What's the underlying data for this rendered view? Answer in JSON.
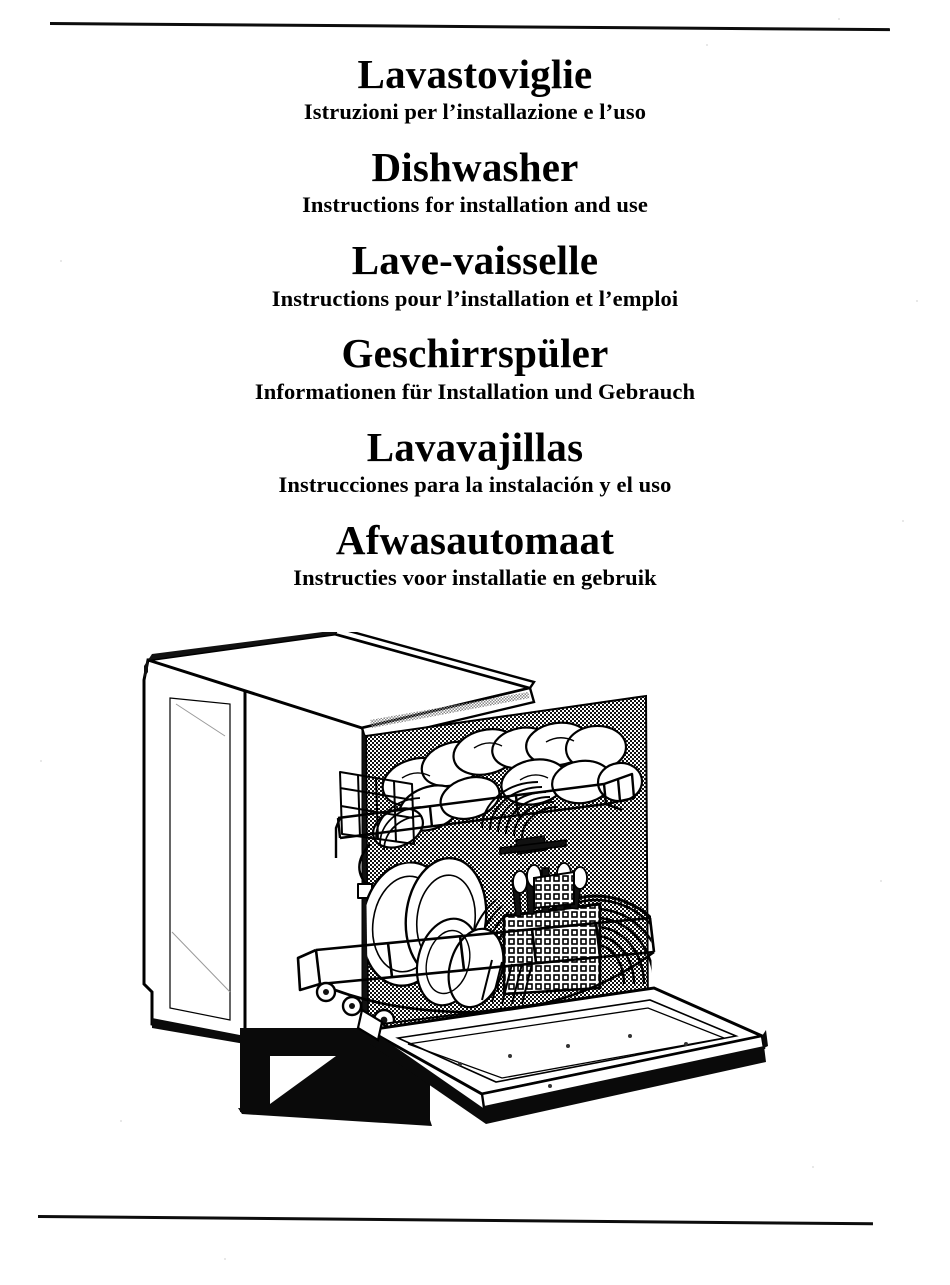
{
  "document": {
    "type": "appliance-manual-cover",
    "product": "dishwasher",
    "background_color": "#ffffff",
    "ink_color": "#000000"
  },
  "rules": {
    "top_rule": "horizontal-rule",
    "bottom_rule": "horizontal-rule"
  },
  "languages": [
    {
      "code": "it",
      "title": "Lavastoviglie",
      "subtitle": "Istruzioni per l’installazione e l’uso"
    },
    {
      "code": "en",
      "title": "Dishwasher",
      "subtitle": "Instructions for installation and use"
    },
    {
      "code": "fr",
      "title": "Lave-vaisselle",
      "subtitle": "Instructions pour l’installation et l’emploi"
    },
    {
      "code": "de",
      "title": "Geschirrspüler",
      "subtitle": "Informationen für Installation und Gebrauch"
    },
    {
      "code": "es",
      "title": "Lavavajillas",
      "subtitle": "Instrucciones para la instalación y el uso"
    },
    {
      "code": "nl",
      "title": "Afwasautomaat",
      "subtitle": "Instructies voor installatie en gebruik"
    }
  ],
  "illustration": {
    "name": "open-dishwasher-line-drawing",
    "description": "Line drawing of a freestanding dishwasher with the door lowered, showing a loaded upper rack of bowls and cups and a loaded lower rack of plates with a cutlery basket.",
    "parts": [
      "cabinet-top",
      "left-side-panel",
      "interior-back-wall",
      "upper-rack",
      "lower-rack",
      "cutlery-basket",
      "plates",
      "bowls",
      "rack-wheels",
      "open-door",
      "base-plinth"
    ]
  }
}
